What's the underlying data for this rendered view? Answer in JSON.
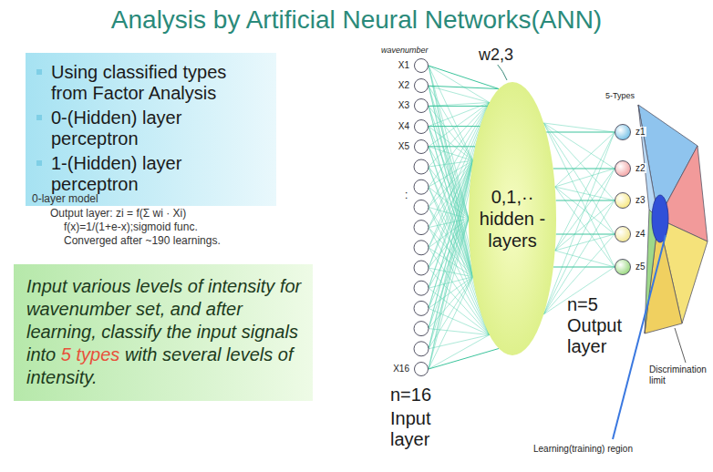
{
  "diagram": {
    "title": "Analysis by Artificial Neural Networks(ANN)",
    "nodes": [
      {
        "text": [
          "Using classified types from Factor Analysis",
          "0-(Hidden) layer perceptron",
          "1-(Hidden) layer perceptron"
        ]
      },
      {
        "text": [
          "Input various levels of intensity for wavenumber set, and after learning, classify the input signals into",
          "5 types",
          "with several levels of intensity."
        ]
      },
      {
        "text": [
          "X1"
        ]
      },
      {
        "text": [
          "X2"
        ]
      },
      {
        "text": [
          "X3"
        ]
      },
      {
        "text": [
          "X4"
        ]
      },
      {
        "text": [
          "X5"
        ]
      },
      {
        "text": [
          "X16"
        ]
      },
      {
        "text": [
          "0,1,·· hidden -layers"
        ]
      },
      {
        "text": [
          "z1"
        ]
      },
      {
        "text": [
          "z2"
        ]
      },
      {
        "text": [
          "z3"
        ]
      },
      {
        "text": [
          "z4"
        ]
      },
      {
        "text": [
          "z5"
        ]
      }
    ],
    "edges": [
      {
        "from": 2,
        "to": 8,
        "arrow": "none"
      },
      {
        "from": 3,
        "to": 8,
        "arrow": "none"
      },
      {
        "from": 4,
        "to": 8,
        "arrow": "none"
      },
      {
        "from": 5,
        "to": 8,
        "arrow": "none"
      },
      {
        "from": 6,
        "to": 8,
        "arrow": "none"
      },
      {
        "from": 7,
        "to": 8,
        "arrow": "none"
      },
      {
        "from": 8,
        "to": 9,
        "arrow": "none"
      },
      {
        "from": 8,
        "to": 10,
        "arrow": "none"
      },
      {
        "from": 8,
        "to": 11,
        "arrow": "none"
      },
      {
        "from": 8,
        "to": 12,
        "arrow": "none"
      },
      {
        "from": 8,
        "to": 13,
        "arrow": "none"
      }
    ],
    "labels": [
      "0-layer model",
      "Output layer: zi = f(Σ wi · Xi)",
      "f(x)=1/(1+e-x);sigmoid func.",
      "Converged after ~190 learnings.",
      "wavenumber",
      "w2,3",
      ":",
      "5-Types",
      "n=5",
      "Output layer",
      "n=16",
      "Input layer",
      "Discrimination limit",
      "Learning(training) region"
    ]
  }
}
